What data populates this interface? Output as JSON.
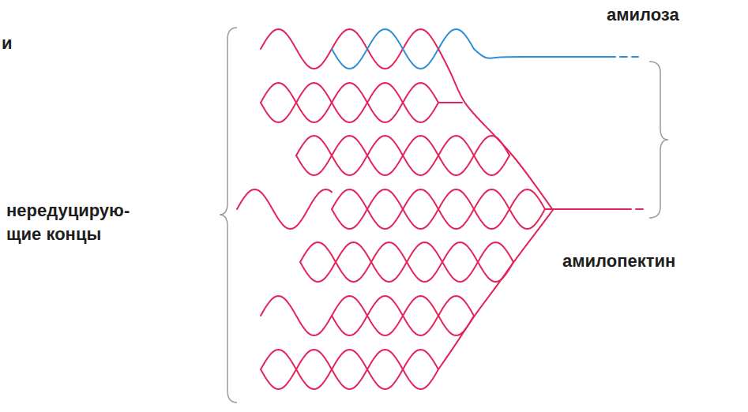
{
  "diagram": {
    "labels": [
      "и",
      "амилоза",
      "нередуцирую- щие концы",
      "амилопектин"
    ]
  }
}
